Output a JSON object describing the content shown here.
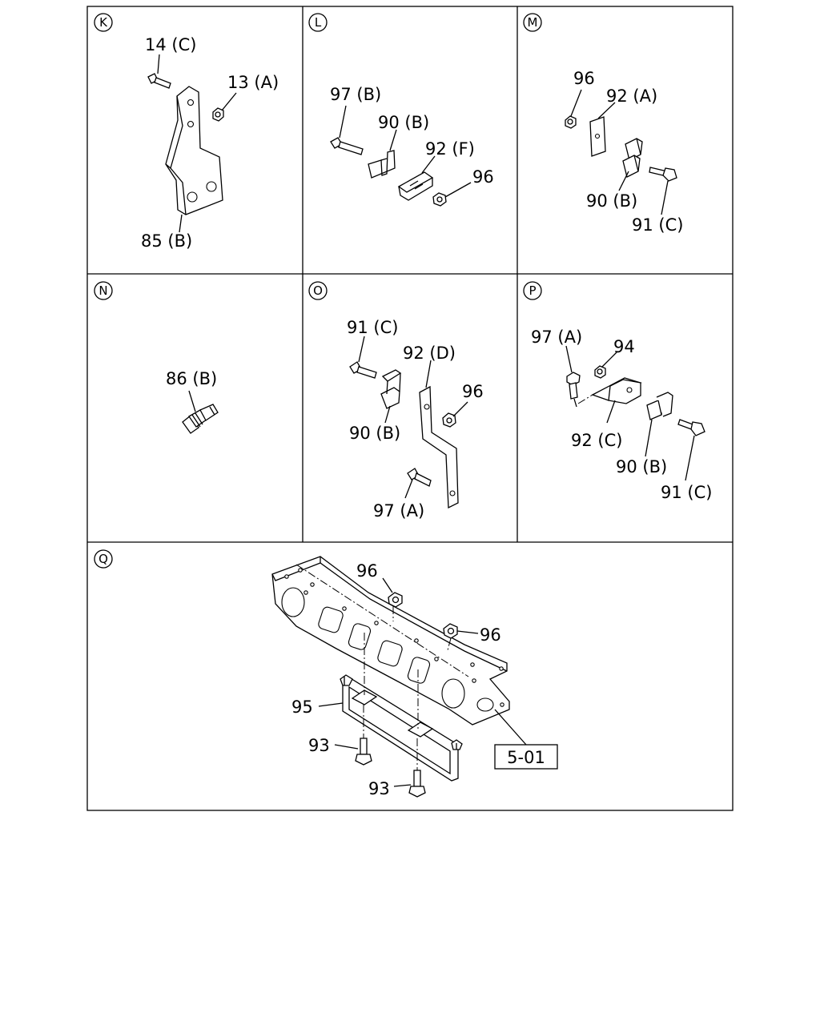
{
  "panels": {
    "K": {
      "letter": "K",
      "parts": [
        "14 (C)",
        "13 (A)",
        "85 (B)"
      ]
    },
    "L": {
      "letter": "L",
      "parts": [
        "97 (B)",
        "90 (B)",
        "92 (F)",
        "96"
      ]
    },
    "M": {
      "letter": "M",
      "parts": [
        "96",
        "92 (A)",
        "90 (B)",
        "91 (C)"
      ]
    },
    "N": {
      "letter": "N",
      "parts": [
        "86 (B)"
      ]
    },
    "O": {
      "letter": "O",
      "parts": [
        "91 (C)",
        "92 (D)",
        "96",
        "90 (B)",
        "97 (A)"
      ]
    },
    "P": {
      "letter": "P",
      "parts": [
        "97 (A)",
        "94",
        "92 (C)",
        "90 (B)",
        "91 (C)"
      ]
    },
    "Q": {
      "letter": "Q",
      "parts": [
        "96",
        "96",
        "95",
        "93",
        "93"
      ],
      "reference": "5-01"
    }
  }
}
